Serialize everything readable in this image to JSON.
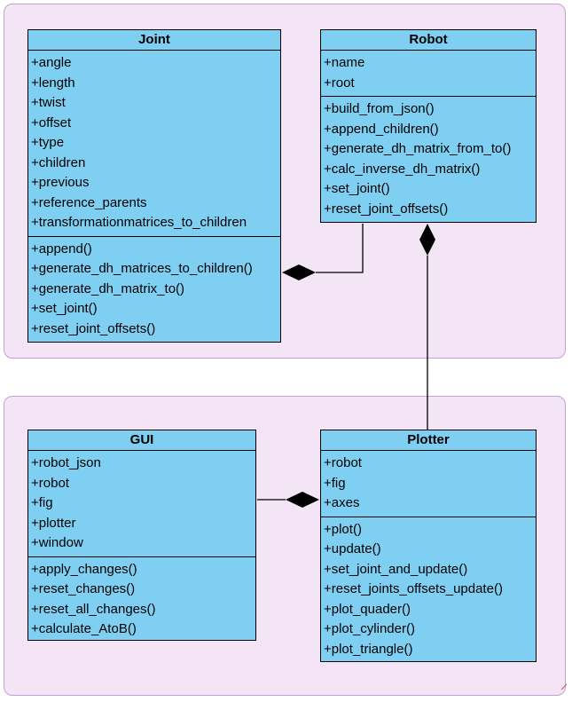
{
  "classes": {
    "joint": {
      "name": "Joint",
      "attributes": [
        "+angle",
        "+length",
        "+twist",
        "+offset",
        "+type",
        "+children",
        "+previous",
        "+reference_parents",
        "+transformationmatrices_to_children"
      ],
      "methods": [
        "+append()",
        "+generate_dh_matrices_to_children()",
        "+generate_dh_matrix_to()",
        "+set_joint()",
        "+reset_joint_offsets()"
      ]
    },
    "robot": {
      "name": "Robot",
      "attributes": [
        "+name",
        "+root"
      ],
      "methods": [
        "+build_from_json()",
        "+append_children()",
        "+generate_dh_matrix_from_to()",
        "+calc_inverse_dh_matrix()",
        "+set_joint()",
        "+reset_joint_offsets()"
      ]
    },
    "gui": {
      "name": "GUI",
      "attributes": [
        "+robot_json",
        "+robot",
        "+fig",
        "+plotter",
        "+window"
      ],
      "methods": [
        "+apply_changes()",
        "+reset_changes()",
        "+reset_all_changes()",
        "+calculate_AtoB()"
      ]
    },
    "plotter": {
      "name": "Plotter",
      "attributes": [
        "+robot",
        "+fig",
        "+axes"
      ],
      "methods": [
        "+plot()",
        "+update()",
        "+set_joint_and_update()",
        "+reset_joints_offsets_update()",
        "+plot_quader()",
        "+plot_cylinder()",
        "+plot_triangle()"
      ]
    }
  },
  "colors": {
    "class_fill": "#7fcff2",
    "package_fill": "#f3e5f6",
    "package_border": "#c79fd6",
    "line": "#000000"
  }
}
